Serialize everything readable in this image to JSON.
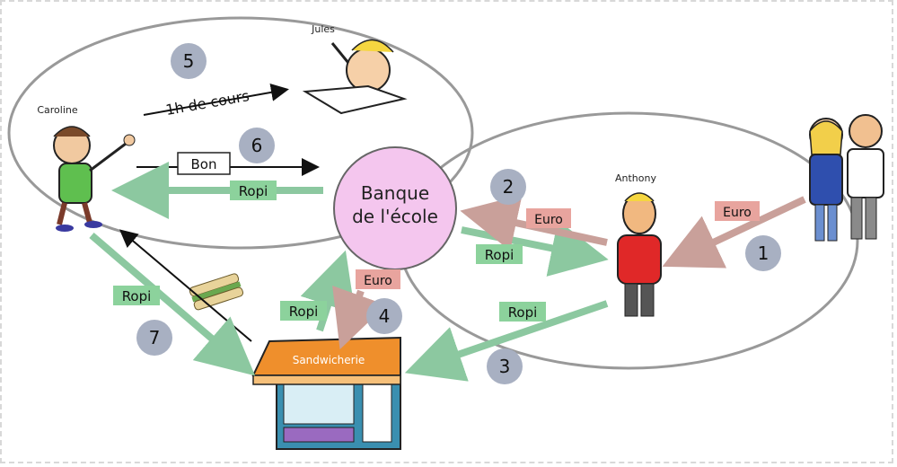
{
  "people": {
    "caroline": "Caroline",
    "jules": "Jules",
    "anthony": "Anthony"
  },
  "bank": {
    "line1": "Banque",
    "line2": "de l'école"
  },
  "shop": {
    "sign": "Sandwicherie"
  },
  "flows": {
    "ropi": "Ropi",
    "euro": "Euro",
    "bon": "Bon",
    "heure_cours": "1h de cours"
  },
  "steps": [
    "1",
    "2",
    "3",
    "4",
    "5",
    "6",
    "7"
  ],
  "colors": {
    "green_arrow": "#8cc8a0",
    "green_label": "#8cd29c",
    "red_arrow": "#c9a09a",
    "red_label": "#e8a49e",
    "bank_fill": "#f4c6ee",
    "step_circle": "#a8b0c2"
  }
}
